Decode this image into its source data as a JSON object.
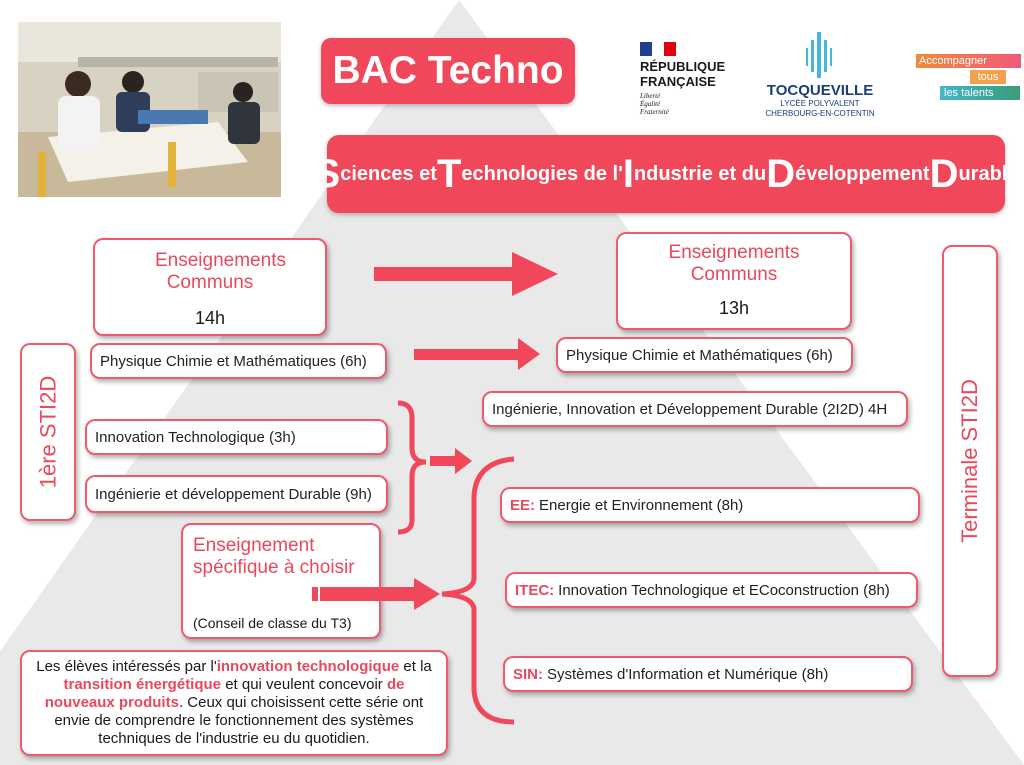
{
  "header": {
    "title": "BAC Techno",
    "banner_initials": [
      "S",
      "T",
      "I",
      "D",
      "D"
    ],
    "banner_parts": [
      "ciences et ",
      "echnologies de l'",
      "ndustrie et du ",
      "éveloppement ",
      "urable"
    ]
  },
  "logos": {
    "republique": {
      "line1": "RÉPUBLIQUE",
      "line2": "FRANÇAISE",
      "motto1": "Liberté",
      "motto2": "Égalité",
      "motto3": "Fraternité"
    },
    "school": {
      "name": "TOCQUEVILLE",
      "line1": "LYCÉE POLYVALENT",
      "line2": "CHERBOURG-EN-COTENTIN"
    },
    "accompagner": {
      "line1": "Accompagner",
      "line2": "tous",
      "line3": "les talents"
    }
  },
  "left": {
    "vertical_label": "1ère STI2D",
    "common_title": "Enseignements Communs",
    "common_hours": "14h",
    "physique": "Physique Chimie et Mathématiques (6h)",
    "innovation": "Innovation Technologique (3h)",
    "ingenierie": "Ingénierie et développement Durable (9h)",
    "specific_title": "Enseignement spécifique à choisir",
    "specific_note": "(Conseil de classe du T3)"
  },
  "right": {
    "vertical_label": "Terminale STI2D",
    "common_title": "Enseignements Communs",
    "common_hours": "13h",
    "physique": "Physique Chimie et Mathématiques (6h)",
    "i2d": "Ingénierie, Innovation et Développement Durable (2I2D) 4H",
    "options": [
      {
        "code": "EE:",
        "text": "Energie et Environnement (8h)"
      },
      {
        "code": "ITEC:",
        "text": "Innovation Technologique et ECoconstruction (8h)"
      },
      {
        "code": "SIN:",
        "text": "Systèmes d'Information et Numérique (8h)"
      }
    ]
  },
  "description": {
    "p1": "Les élèves intéressés par l'",
    "h1": "innovation technologique",
    "p2": " et la ",
    "h2": "transition énergétique",
    "p3": " et qui veulent concevoir ",
    "h3": "de nouveaux produits",
    "p4": ". Ceux qui choisissent cette série ont envie de comprendre le fonctionnement des systèmes techniques de l'industrie eu du quotidien."
  },
  "colors": {
    "accent": "#f0485a",
    "pyramid": "#e9e9e9"
  }
}
